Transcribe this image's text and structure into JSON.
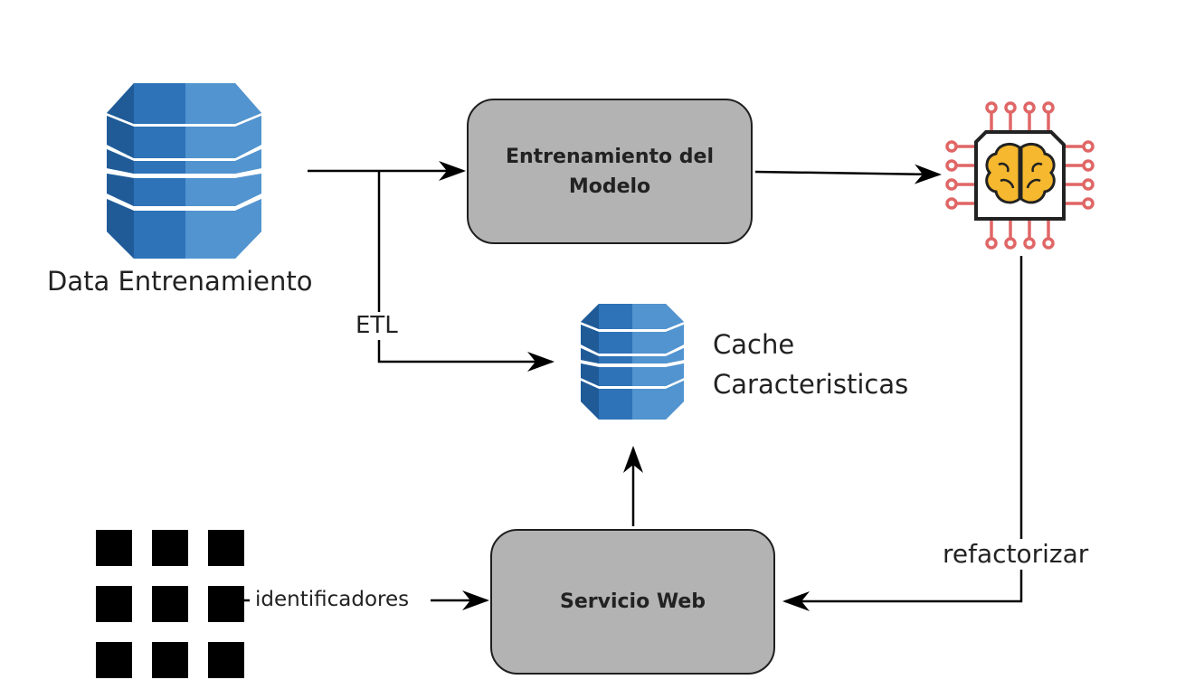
{
  "nodes": {
    "training_data": {
      "label": "Data Entrenamiento",
      "icon": "database-icon"
    },
    "model_training": {
      "label": "Entrenamiento del Modelo"
    },
    "ml_model": {
      "icon": "brain-chip-icon"
    },
    "feature_cache": {
      "label": "Cache Caracteristicas",
      "icon": "database-icon"
    },
    "web_service": {
      "label": "Servicio Web"
    },
    "identifiers_source": {
      "icon": "grid-icon"
    }
  },
  "edges": {
    "etl": {
      "label": "ETL"
    },
    "refactor": {
      "label": "refactorizar"
    },
    "identifiers": {
      "label": "identificadores"
    }
  },
  "colors": {
    "db_light": "#5294cf",
    "db_mid": "#2e73b8",
    "db_dark": "#205b98",
    "process_fill": "#b3b3b3",
    "chip_red": "#e06666",
    "brain_yellow": "#f5b82e"
  }
}
